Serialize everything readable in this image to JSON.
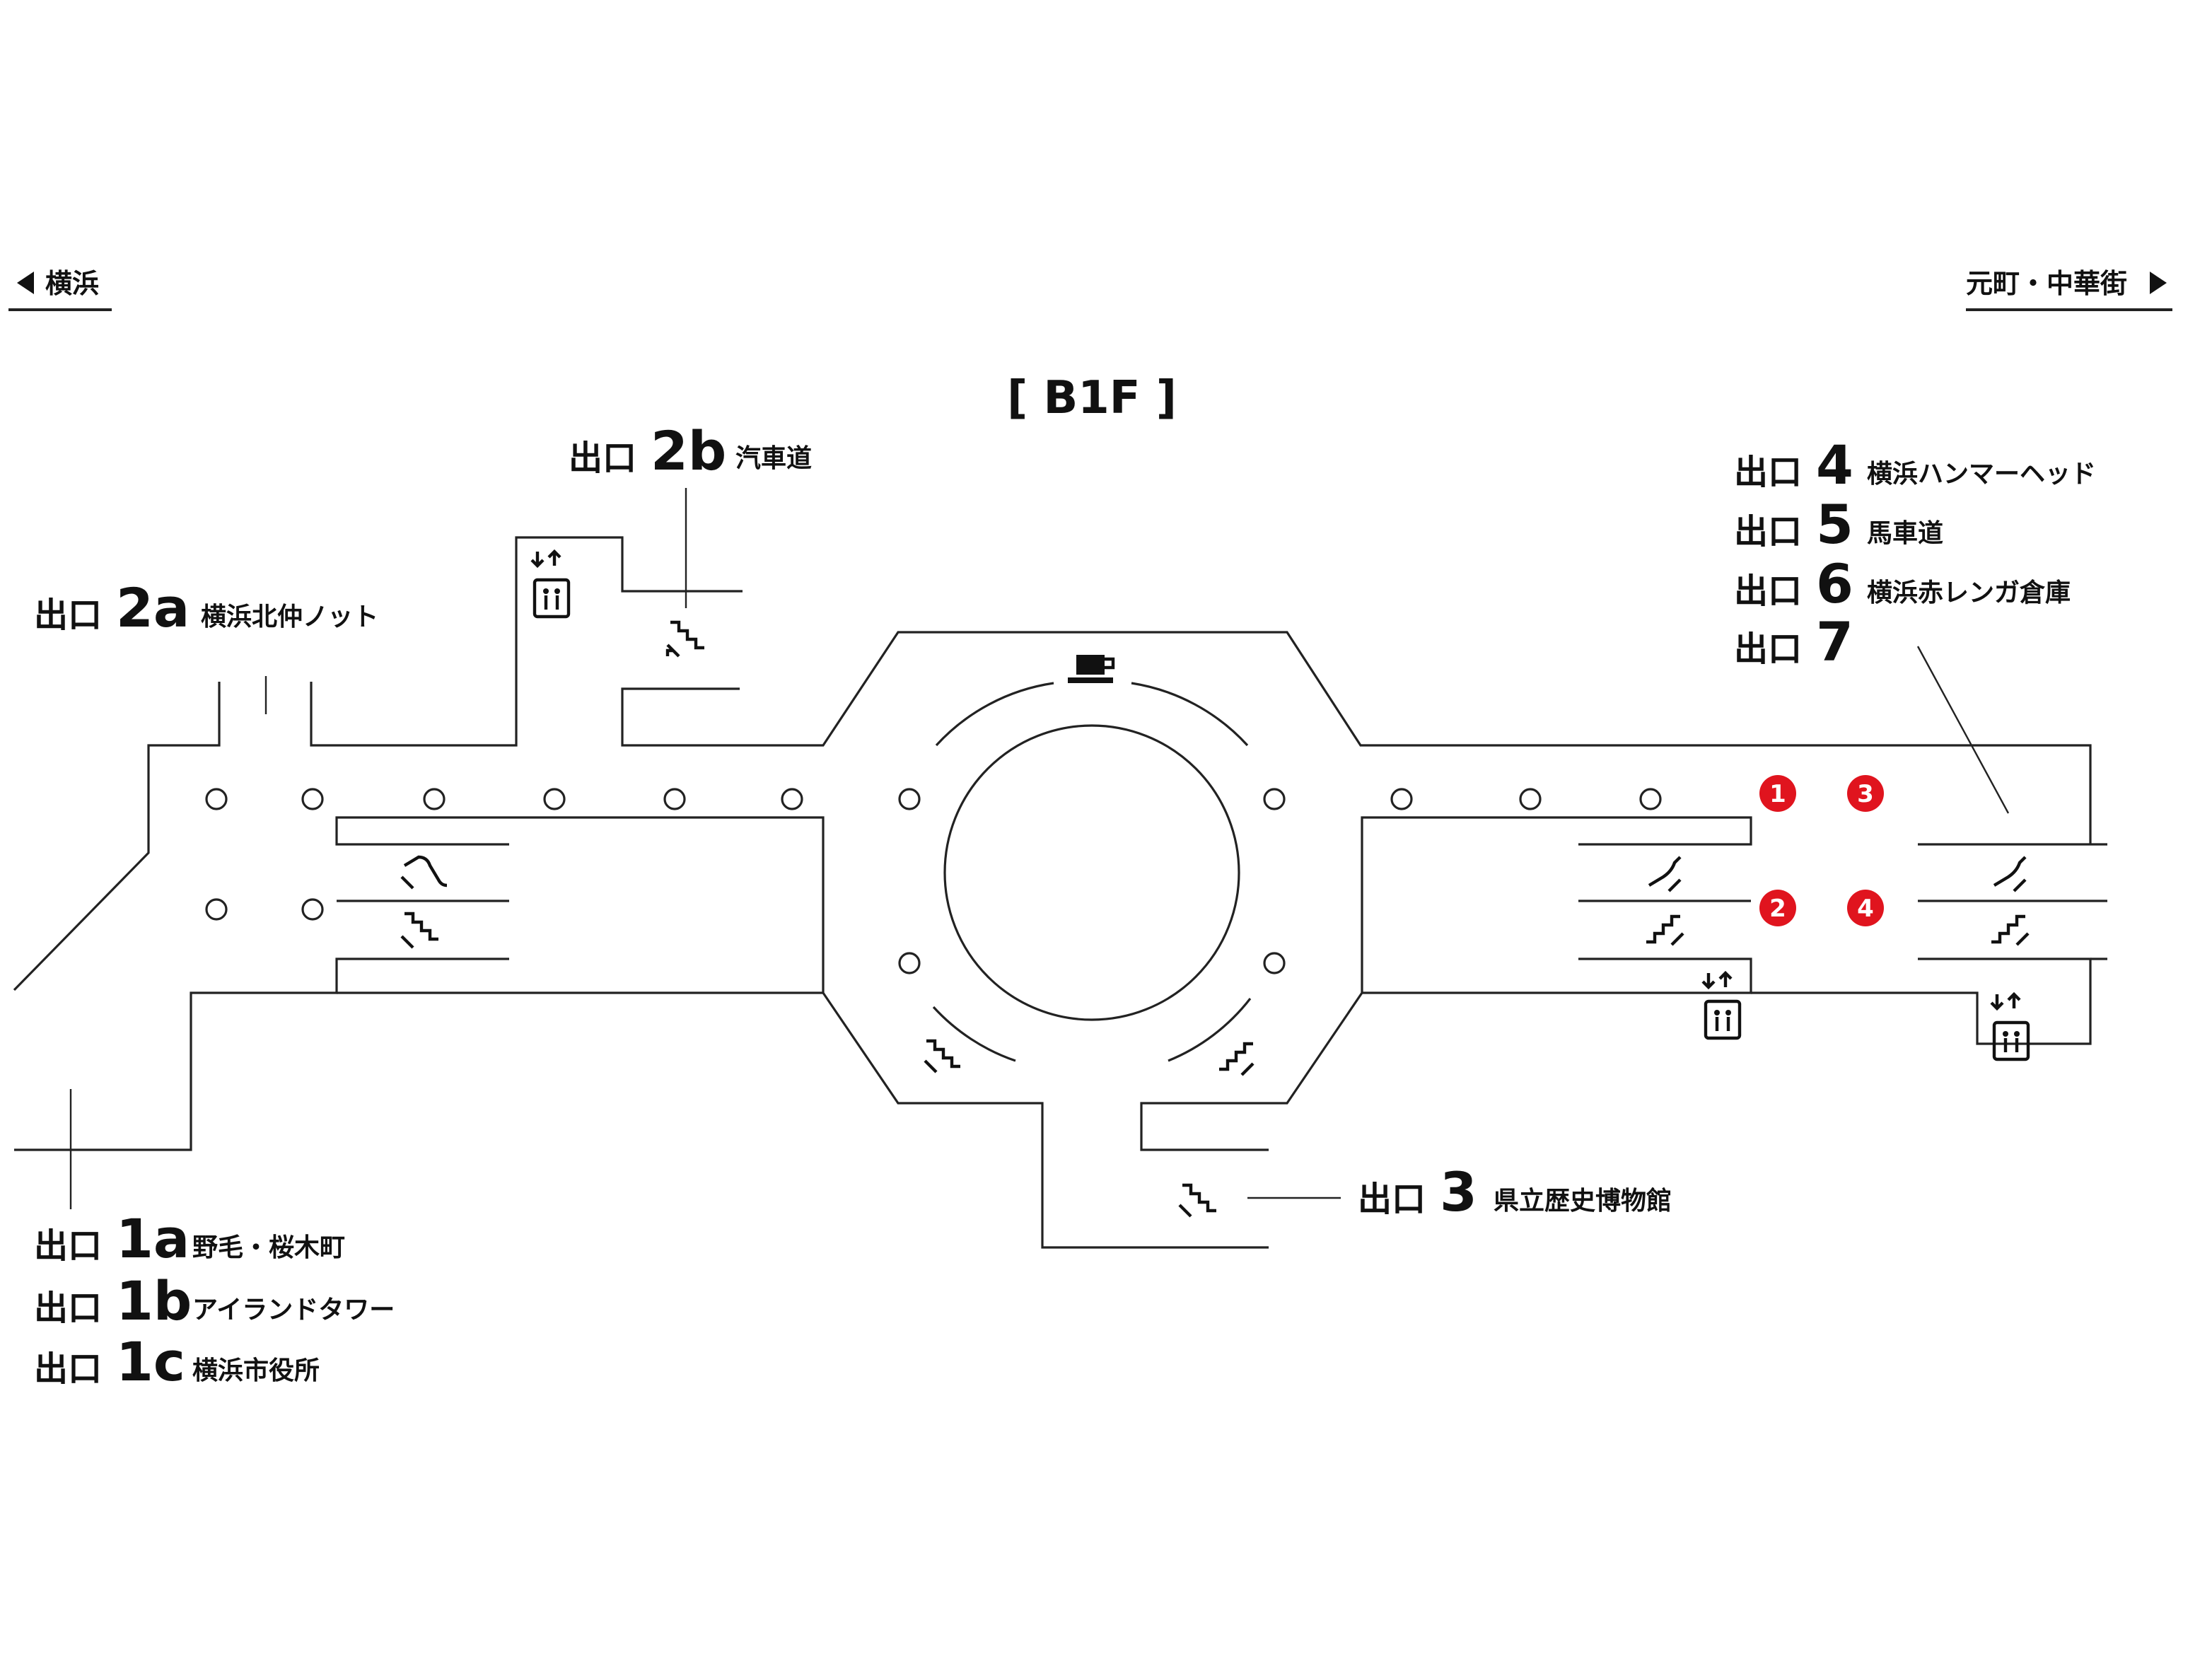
{
  "floor_label": "[ B1F ]",
  "directions": {
    "left": "横浜",
    "right": "元町・中華街"
  },
  "exit_prefix": "出口",
  "exits": [
    {
      "id": "1a",
      "dest": "野毛・桜木町"
    },
    {
      "id": "1b",
      "dest": "アイランドタワー"
    },
    {
      "id": "1c",
      "dest": "横浜市役所"
    },
    {
      "id": "2a",
      "dest": "横浜北仲ノット"
    },
    {
      "id": "2b",
      "dest": "汽車道"
    },
    {
      "id": "3",
      "dest": "県立歴史博物館"
    },
    {
      "id": "4",
      "dest": "横浜ハンマーヘッド"
    },
    {
      "id": "5",
      "dest": "馬車道"
    },
    {
      "id": "6",
      "dest": "横浜赤レンガ倉庫"
    },
    {
      "id": "7",
      "dest": ""
    }
  ],
  "platform_markers": [
    "1",
    "2",
    "3",
    "4"
  ],
  "colors": {
    "marker": "#e0141e",
    "line": "#222222"
  },
  "icons": [
    "elevator-icon",
    "stairs-icon",
    "escalator-icon",
    "cafe-icon"
  ]
}
